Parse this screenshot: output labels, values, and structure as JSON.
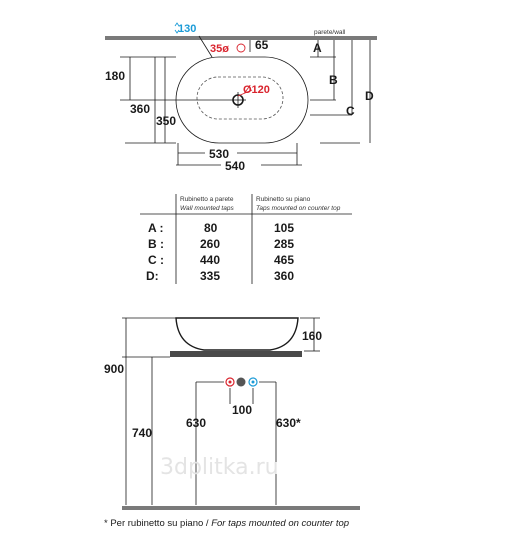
{
  "top_view": {
    "wall_label": "parete/wall",
    "dim_tap_height": "130",
    "dim_hole": "35ø",
    "dim_hole_offset": "65",
    "dim_drain": "Ø120",
    "dim_180": "180",
    "dim_360": "360",
    "dim_350": "350",
    "dim_530": "530",
    "dim_540": "540",
    "letter_a": "A",
    "letter_b": "B",
    "letter_c": "C",
    "letter_d": "D"
  },
  "table": {
    "col1_head": "Rubinetto a parete",
    "col1_sub": "Wall mounted taps",
    "col2_head": "Rubinetto su piano",
    "col2_sub": "Taps mounted on counter top",
    "rows": [
      {
        "label": "A :",
        "wall": "80",
        "counter": "105"
      },
      {
        "label": "B :",
        "wall": "260",
        "counter": "285"
      },
      {
        "label": "C :",
        "wall": "440",
        "counter": "465"
      },
      {
        "label": "D:",
        "wall": "335",
        "counter": "360"
      }
    ]
  },
  "side_view": {
    "dim_160": "160",
    "dim_900": "900",
    "dim_740": "740",
    "dim_100": "100",
    "dim_630": "630",
    "dim_630_star": "630*"
  },
  "watermark": "3dplitka.ru",
  "footnote": {
    "text": "* Per rubinetto su piano / ",
    "text_italic": "For taps mounted on counter top"
  },
  "colors": {
    "line": "#1a1a1a",
    "red": "#d9232d",
    "blue": "#1b9bd7",
    "grey_bar": "#7a7a7a"
  }
}
